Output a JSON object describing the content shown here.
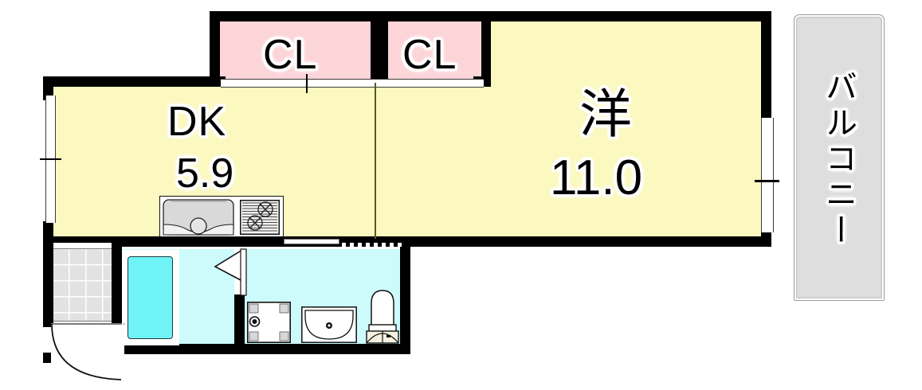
{
  "plan": {
    "type": "apartment-floor-plan",
    "layout_name": "1DK",
    "rooms": [
      {
        "id": "closet-left",
        "label": "CL",
        "size": "",
        "fill": "#fcd5d9",
        "kind": "closet"
      },
      {
        "id": "closet-right",
        "label": "CL",
        "size": "",
        "fill": "#fcd5d9",
        "kind": "closet"
      },
      {
        "id": "dining-kitchen",
        "label": "DK",
        "size": "5.9",
        "fill": "#fbf8c0",
        "kind": "dining-kitchen"
      },
      {
        "id": "western-room",
        "label": "洋",
        "size": "11.0",
        "fill": "#fbf8c0",
        "kind": "western-style-room"
      },
      {
        "id": "balcony",
        "label": "バルコニー",
        "size": "",
        "fill": "#dededf",
        "kind": "balcony"
      },
      {
        "id": "bathroom",
        "label": "",
        "size": "",
        "fill": "#cdfbfb",
        "kind": "bath-unit"
      },
      {
        "id": "washroom",
        "label": "",
        "size": "",
        "fill": "#cdfbfb",
        "kind": "washroom"
      },
      {
        "id": "entrance",
        "label": "",
        "size": "",
        "fill": "#e2e2e2",
        "kind": "genkan-entrance"
      }
    ],
    "fixtures": [
      {
        "id": "kitchen-sink",
        "name": "sink"
      },
      {
        "id": "gas-stove",
        "name": "two-burner-gas-stove"
      },
      {
        "id": "bathtub",
        "name": "bathtub"
      },
      {
        "id": "washer-pan",
        "name": "washing-machine-pan"
      },
      {
        "id": "vanity-basin",
        "name": "wash-basin"
      },
      {
        "id": "toilet",
        "name": "toilet"
      },
      {
        "id": "entrance-door",
        "name": "entrance-swing-door"
      },
      {
        "id": "folding-door",
        "name": "folding-door"
      }
    ],
    "openings": [
      {
        "id": "window-left",
        "name": "sliding-window"
      },
      {
        "id": "balcony-door",
        "name": "balcony-sliding-door"
      },
      {
        "id": "closet-sliding-doors",
        "name": "closet-sliding-doors"
      }
    ],
    "colors": {
      "wall": "#000000",
      "room_yellow": "#fbf8c0",
      "closet_pink": "#fcd5d9",
      "water_cyan": "#cdfbfb",
      "tub_cyan": "#6ff3f7",
      "balcony_gray": "#dededf",
      "tile_gray": "#e2e2e2",
      "background": "#ffffff"
    }
  },
  "labels": {
    "closet_left": "CL",
    "closet_right": "CL",
    "dk_name": "DK",
    "dk_size": "5.9",
    "western_name": "洋",
    "western_size": "11.0",
    "balcony": "バルコニー"
  }
}
